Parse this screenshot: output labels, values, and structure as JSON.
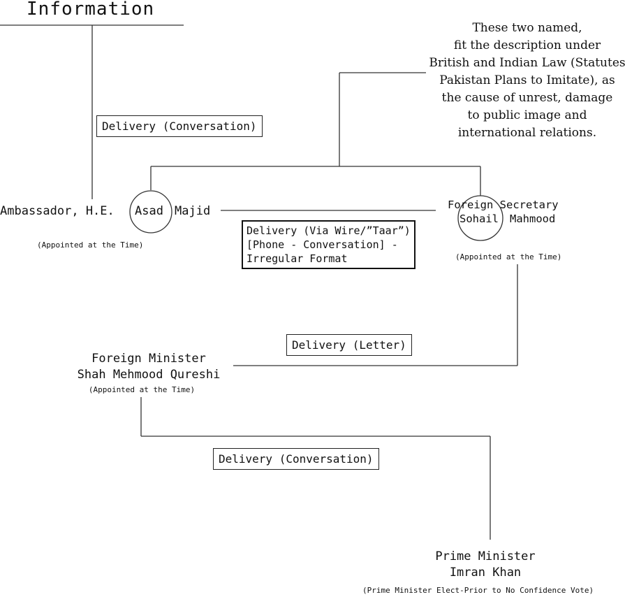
{
  "title": "Information",
  "note": {
    "lines": [
      "These two named,",
      "fit the description under",
      "British and Indian Law (Statutes",
      "Pakistan Plans to Imitate), as",
      "the cause of unrest, damage",
      "to public image and",
      "international relations."
    ]
  },
  "ambassador": {
    "prefix": "Ambassador, H.E.",
    "first": "Asad",
    "last": "Majid",
    "caption": "(Appointed at the Time)"
  },
  "secretary": {
    "line1": "Foreign Secretary",
    "first": "Sohail",
    "last": "Mahmood",
    "caption": "(Appointed at the Time)"
  },
  "minister": {
    "line1": "Foreign Minister",
    "line2": "Shah Mehmood Qureshi",
    "caption": "(Appointed at the Time)"
  },
  "pm": {
    "line1": "Prime Minister",
    "line2": "Imran Khan",
    "caption": "(Prime Minister Elect-Prior to No Confidence Vote)"
  },
  "delivery": {
    "conversation_top": "Delivery (Conversation)",
    "wire_lines": [
      "Delivery (Via Wire/”Taar”)",
      "[Phone - Conversation] -",
      "Irregular Format"
    ],
    "letter": "Delivery (Letter)",
    "conversation_bottom": "Delivery (Conversation)"
  }
}
